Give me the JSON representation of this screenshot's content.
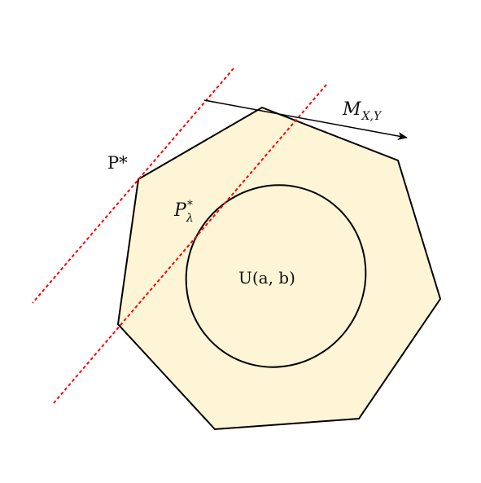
{
  "labels": {
    "p_star": "P*",
    "p_lambda_base": "P",
    "p_lambda_sup": "*",
    "p_lambda_sub": "λ",
    "m_xy_base": "M",
    "m_xy_sub": "X,Y",
    "u_ab": "U(a, b)"
  },
  "colors": {
    "polygon_fill": "#fdf5d6",
    "stroke": "#000000",
    "dashed_line": "#ff0000"
  }
}
